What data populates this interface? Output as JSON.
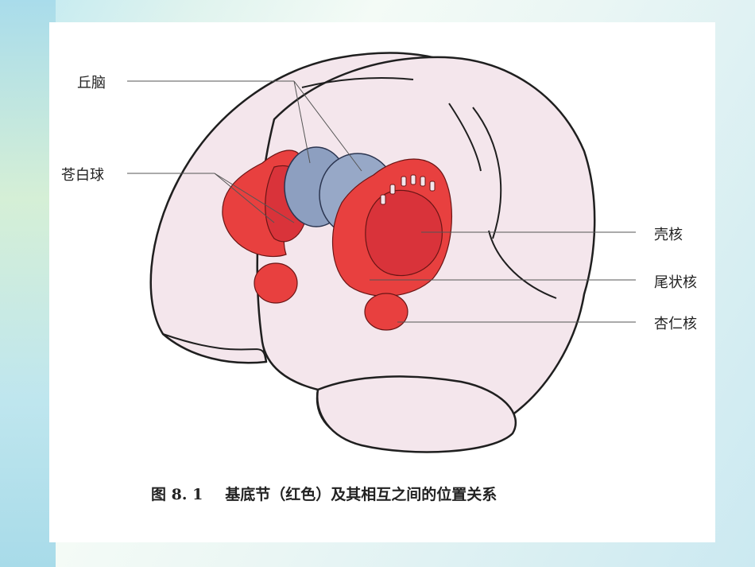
{
  "labels": {
    "thalamus": "丘脑",
    "globus_pallidus": "苍白球",
    "putamen": "壳核",
    "caudate": "尾状核",
    "amygdala": "杏仁核"
  },
  "caption": {
    "number": "图 8. 1",
    "text": "基底节（红色）及其相互之间的位置关系"
  },
  "colors": {
    "brain_fill": "#f4e6ec",
    "outline": "#1f1f1f",
    "nuclei_red": "#e8403f",
    "nuclei_dark": "#c42a2e",
    "thalamus_blue": "#8d9fc0"
  }
}
